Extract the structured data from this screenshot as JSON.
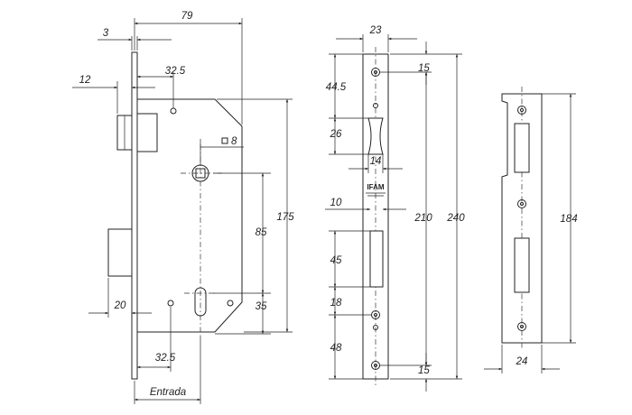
{
  "diagram": {
    "lock_body": {
      "dims": {
        "d79": "79",
        "d3": "3",
        "d12": "12",
        "d32_5_top": "32.5",
        "d8": "8",
        "d85": "85",
        "d175": "175",
        "d20": "20",
        "d35": "35",
        "d32_5_bottom": "32.5"
      },
      "entrada_label": "Entrada"
    },
    "faceplate": {
      "dims": {
        "d23": "23",
        "d15_top": "15",
        "d44_5": "44.5",
        "d26": "26",
        "d14": "14",
        "d10": "10",
        "d210": "210",
        "d240": "240",
        "d45": "45",
        "d18": "18",
        "d48": "48",
        "d15_bottom": "15"
      },
      "logo_text": "IFAM"
    },
    "strike_plate": {
      "dims": {
        "d184": "184",
        "d24": "24"
      }
    }
  }
}
